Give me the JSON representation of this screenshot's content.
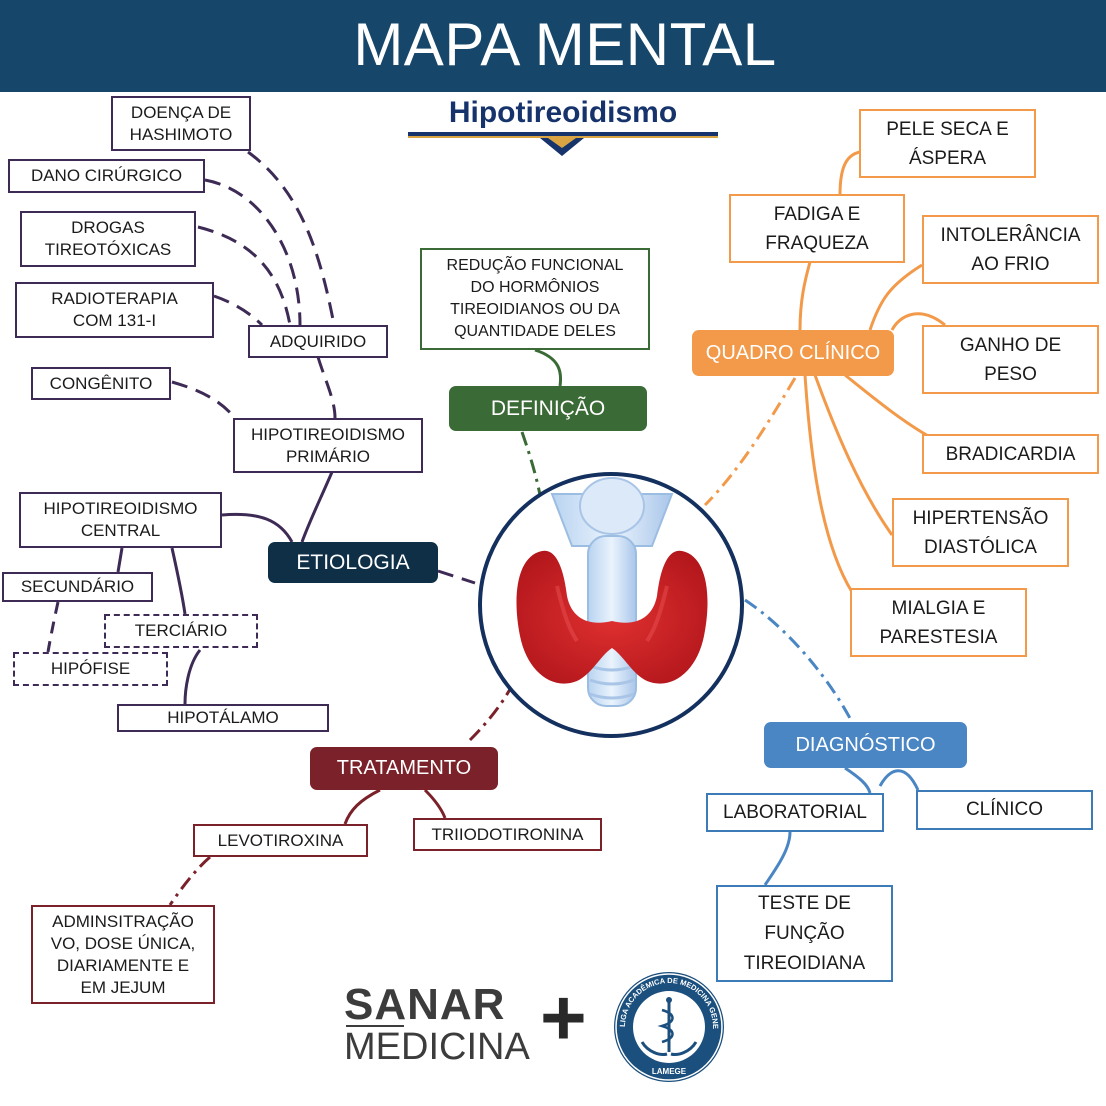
{
  "header": {
    "title": "MAPA MENTAL"
  },
  "subtitle": "Hipotireoidismo",
  "colors": {
    "header": "#16476a",
    "etiologia": "#0f2f47",
    "definicao": "#3a6a35",
    "quadro": "#f29a4a",
    "diagnostico": "#4a86c3",
    "tratamento": "#7a2129",
    "etiologia_border": "#3d2b56"
  },
  "center_icon": "thyroid-gland-icon",
  "definicao": {
    "label": "DEFINIÇÃO",
    "text": "REDUÇÃO FUNCIONAL\nDO HORMÔNIOS\nTIREOIDIANOS OU DA\nQUANTIDADE DELES"
  },
  "etiologia": {
    "label": "ETIOLOGIA",
    "doenca_hashimoto": "DOENÇA DE\nHASHIMOTO",
    "dano_cirurgico": "DANO CIRÚRGICO",
    "drogas": "DROGAS\nTIREOTÓXICAS",
    "radioterapia": "RADIOTERAPIA\nCOM 131-I",
    "adquirido": "ADQUIRIDO",
    "congenito": "CONGÊNITO",
    "primario": "HIPOTIREOIDISMO\nPRIMÁRIO",
    "central": "HIPOTIREOIDISMO\nCENTRAL",
    "secundario": "SECUNDÁRIO",
    "terciario": "TERCIÁRIO",
    "hipofise": "HIPÓFISE",
    "hipotalamo": "HIPOTÁLAMO"
  },
  "quadro_clinico": {
    "label": "QUADRO CLÍNICO",
    "items": {
      "pele": "PELE SECA E\nÁSPERA",
      "fadiga": "FADIGA E\nFRAQUEZA",
      "intolerancia": "INTOLERÂNCIA\nAO FRIO",
      "ganho": "GANHO DE\nPESO",
      "bradicardia": "BRADICARDIA",
      "hipertensao": "HIPERTENSÃO\nDIASTÓLICA",
      "mialgia": "MIALGIA E\nPARESTESIA"
    }
  },
  "diagnostico": {
    "label": "DIAGNÓSTICO",
    "laboratorial": "LABORATORIAL",
    "clinico": "CLÍNICO",
    "teste": "TESTE  DE\nFUNÇÃO\nTIREOIDIANA"
  },
  "tratamento": {
    "label": "TRATAMENTO",
    "levotiroxina": "LEVOTIROXINA",
    "triiodotironina": "TRIIODOTIRONINA",
    "administracao": "ADMINSITRAÇÃO\nVO, DOSE ÚNICA,\nDIARIAMENTE E\nEM JEJUM"
  },
  "footer": {
    "sanar": "SANAR",
    "medicina": "MEDICINA",
    "plus": "+",
    "seal_ring_text": "LIGA ACADÊMICA DE MEDICINA GENERALISTA",
    "seal_bottom_text": "LAMEGE",
    "seal_icon": "caduceus-hands-icon"
  }
}
